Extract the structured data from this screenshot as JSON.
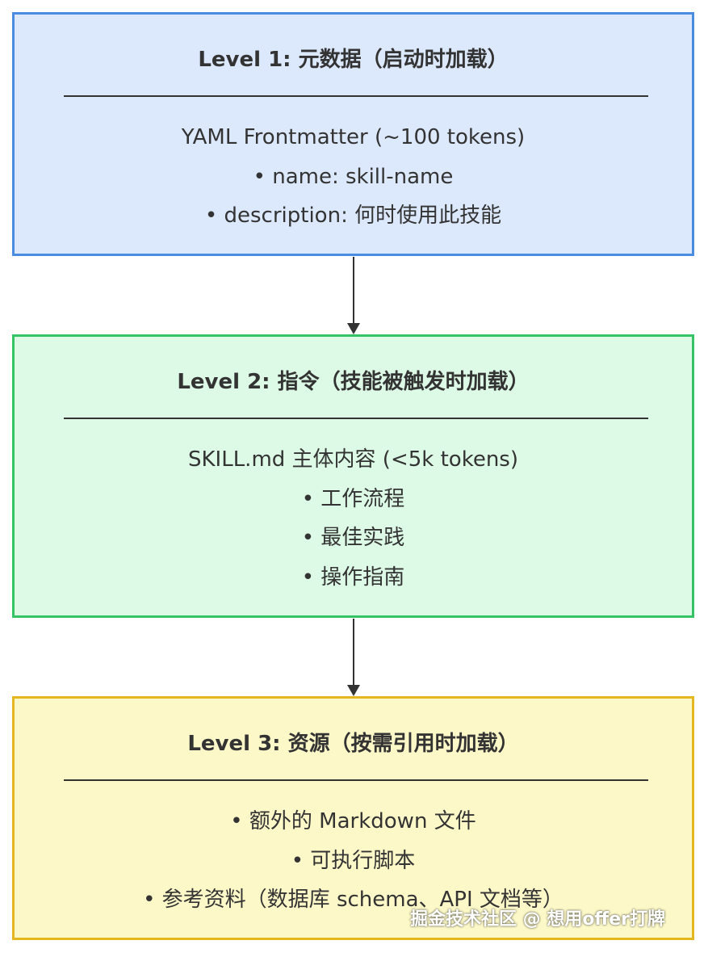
{
  "levels": [
    {
      "title": "Level 1: 元数据（启动时加载）",
      "heading": "YAML Frontmatter (~100 tokens)",
      "items": [
        "• name: skill-name",
        "• description: 何时使用此技能"
      ],
      "fill_color": "#dce8fc",
      "border_color": "#4a8ce0"
    },
    {
      "title": "Level 2: 指令（技能被触发时加载）",
      "heading": "SKILL.md 主体内容 (<5k tokens)",
      "items": [
        "• 工作流程",
        "• 最佳实践",
        "• 操作指南"
      ],
      "fill_color": "#dcfae6",
      "border_color": "#34c365"
    },
    {
      "title": "Level 3: 资源（按需引用时加载）",
      "items": [
        "• 额外的 Markdown 文件",
        "• 可执行脚本",
        "• 参考资料（数据库 schema、API 文档等）"
      ],
      "fill_color": "#fcf8c8",
      "border_color": "#e4b620"
    }
  ],
  "watermark": "掘金技术社区 @ 想用offer打牌"
}
